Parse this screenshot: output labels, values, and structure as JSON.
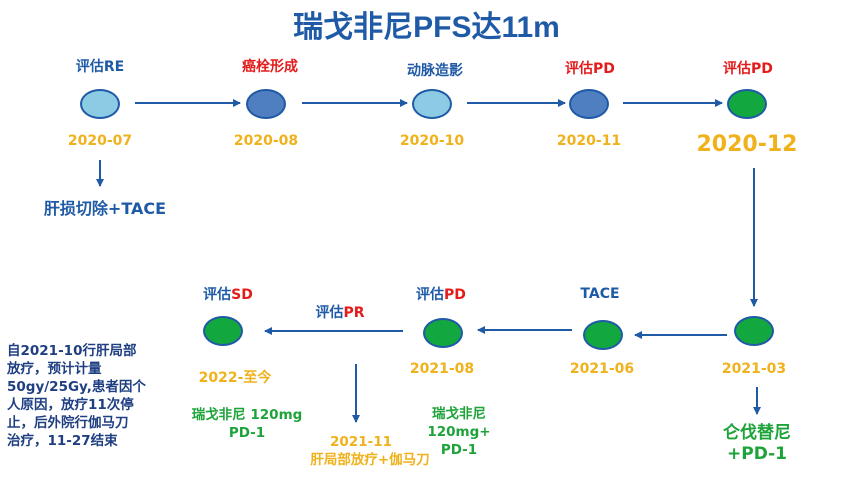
{
  "title": {
    "cn": "瑞戈非尼",
    "rest": "PFS达11m"
  },
  "top_row": [
    {
      "label": "评估RE",
      "label_prefix": "",
      "label_suffix": "",
      "date": "2020-07"
    },
    {
      "label": "癌栓形成",
      "date": "2020-08"
    },
    {
      "label": "动脉造影",
      "date": "2020-10"
    },
    {
      "label": "评估PD",
      "date": "2020-11"
    },
    {
      "label": "评估PD",
      "date": "2020-12"
    }
  ],
  "top_row_note": "肝损切除+TACE",
  "bottom_row": [
    {
      "label_prefix": "评估",
      "label_suffix": "SD",
      "date": "2022-至今"
    },
    {
      "label_prefix": "评估",
      "label_suffix": "PD",
      "date": "2021-08"
    },
    {
      "label": "TACE",
      "date": "2021-06"
    },
    {
      "label": "",
      "date": "2021-03"
    }
  ],
  "arrow_label": {
    "prefix": "评估",
    "suffix": "PR"
  },
  "left_note": "自2021-10行肝局部\n放疗，预计计量\n50gy/25Gy,患者因个\n人原因，放疗11次停\n止，后外院行伽马刀\n治疗，11-27结束",
  "green_note_1": "瑞戈非尼 120mg\nPD-1",
  "green_note_2": "瑞戈非尼\n120mg+\nPD-1",
  "green_note_big": "仑伐替尼\n+PD-1",
  "orange_note": {
    "date": "2021-11",
    "text": "肝局部放疗+伽马刀"
  }
}
